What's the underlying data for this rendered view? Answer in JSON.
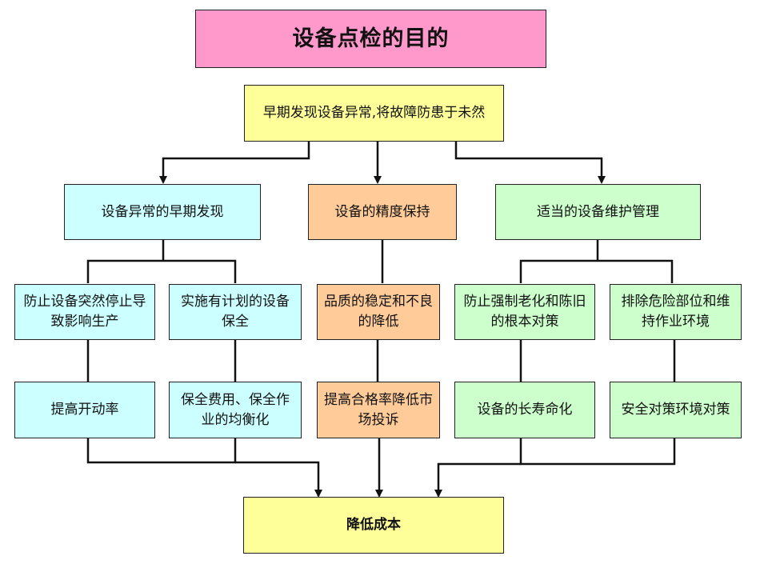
{
  "title": "设备点检的目的",
  "top": "早期发现设备异常,将故障防患于未然",
  "level1": {
    "left": "设备异常的早期发现",
    "center": "设备的精度保持",
    "right": "适当的设备维护管理"
  },
  "level2": [
    "防止设备突然停止导致影响生产",
    "实施有计划的设备保全",
    "品质的稳定和不良的降低",
    "防止强制老化和陈旧的根本对策",
    "排除危险部位和维持作业环境"
  ],
  "level3": [
    "提高开动率",
    "保全费用、保全作业的均衡化",
    "提高合格率降低市场投诉",
    "设备的长寿命化",
    "安全对策环境对策"
  ],
  "bottom": "降低成本",
  "colors": {
    "title": "#ff99cc",
    "yellow": "#ffff99",
    "blue": "#ccffff",
    "orange": "#ffcc99",
    "green": "#ccffcc"
  }
}
